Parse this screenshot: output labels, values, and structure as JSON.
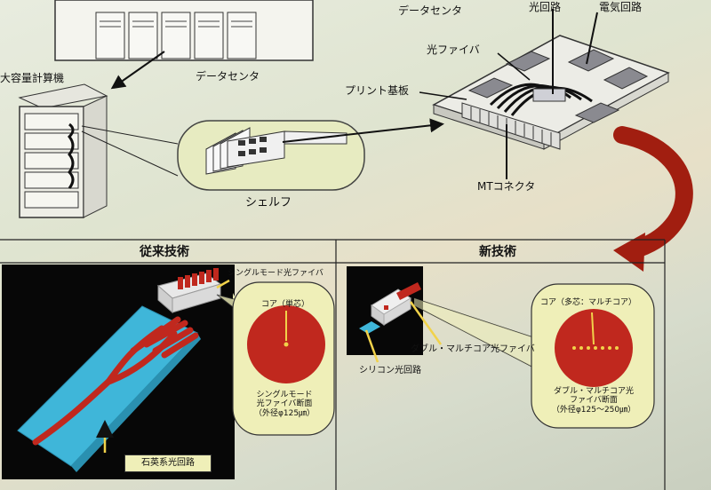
{
  "top": {
    "datacenter_label": "データセンタ",
    "datacenter_label_top": "データセンタ",
    "supercomputer_label": "大容量計算機",
    "shelf_label": "シェルフ",
    "optical_circuit_label": "光回路",
    "electrical_circuit_label": "電気回路",
    "optical_fiber_label": "光ファイバ",
    "pcb_label": "プリント基板",
    "mt_connector_label": "MTコネクタ"
  },
  "conventional": {
    "heading": "従来技術",
    "single_mode_fiber_label": "シングルモード光ファイバ",
    "core_label": "コア（単芯）",
    "cross_section_label": [
      "シングルモード",
      "光ファイバ断面",
      "（外径φ125㎛）"
    ],
    "quartz_circuit_label": "石英系光回路"
  },
  "new_tech": {
    "heading": "新技術",
    "core_label": "コア（多芯：マルチコア）",
    "double_multicore_label": "ダブル・マルチコア光ファイバ",
    "silicon_circuit_label": "シリコン光回路",
    "cross_section_label": [
      "ダブル・マルチコア光",
      "ファイバ断面",
      "（外径φ125～250㎛）"
    ]
  },
  "colors": {
    "fiber_red": "#c0281e",
    "quartz_cyan": "#3fb6d9",
    "callout_fill": "#efefb8",
    "arrow_red": "#a11e10",
    "core_yellow": "#f1d24a"
  }
}
